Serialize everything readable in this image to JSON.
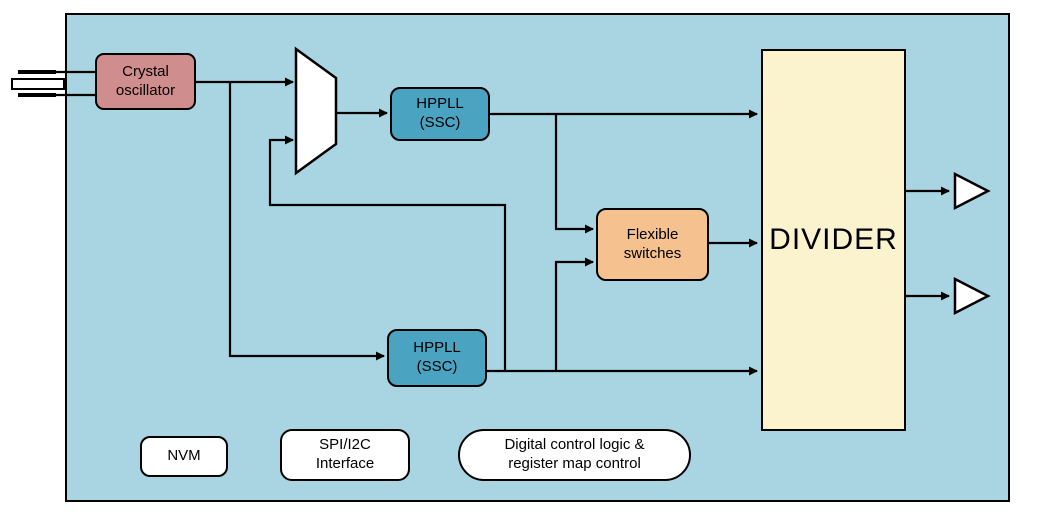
{
  "colors": {
    "panel": "#A9D5E3",
    "crystal": "#D08D8D",
    "hppll": "#4BA3C2",
    "switches": "#F5C18F",
    "divider": "#FBF3CE",
    "white_box": "#FFFFFF",
    "line": "#000000"
  },
  "nodes": {
    "crystal_oscillator": {
      "label": "Crystal\noscillator"
    },
    "hppll_top": {
      "label": "HPPLL\n(SSC)"
    },
    "hppll_bottom": {
      "label": "HPPLL\n(SSC)"
    },
    "flexible_switches": {
      "label": "Flexible\nswitches"
    },
    "divider": {
      "label": "DIVIDER"
    },
    "nvm": {
      "label": "NVM"
    },
    "spi_i2c": {
      "label": "SPI/I2C\nInterface"
    },
    "digital_control": {
      "label": "Digital control logic &\nregister map control"
    }
  },
  "icons": {
    "crystal": "crystal-resonator-symbol",
    "mux": "multiplexer-trapezoid",
    "output_buffer": "buffer-triangle"
  }
}
